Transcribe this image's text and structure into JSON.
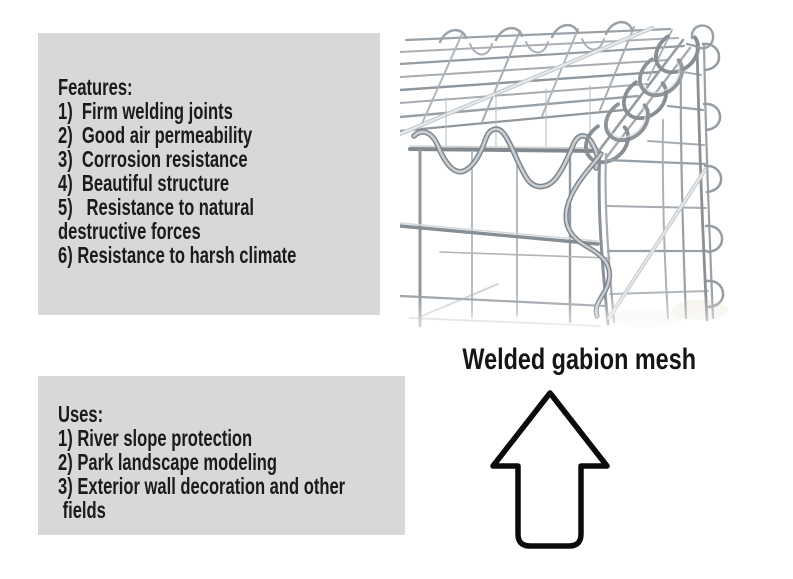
{
  "features_panel": {
    "lines": [
      "Features:",
      "1)  Firm welding joints",
      "2)  Good air permeability",
      "3)  Corrosion resistance",
      "4)  Beautiful structure",
      "5)   Resistance to natural",
      "destructive forces",
      "6) Resistance to harsh climate"
    ]
  },
  "uses_panel": {
    "lines": [
      "Uses:",
      "1) River slope protection",
      "2) Park landscape modeling",
      "3) Exterior wall decoration and other",
      " fields"
    ]
  },
  "photo": {
    "caption": "Welded gabion mesh"
  },
  "icons": {
    "up_arrow": "↑"
  },
  "colors": {
    "background": "#ffffff",
    "panel_bg": "#d8d8d8",
    "text": "#1b1b1b",
    "arrow_outline": "#0b0b0b",
    "wire_dark": "#81888e",
    "wire_mid": "#99a0a6",
    "wire_light": "#c9ced2"
  }
}
